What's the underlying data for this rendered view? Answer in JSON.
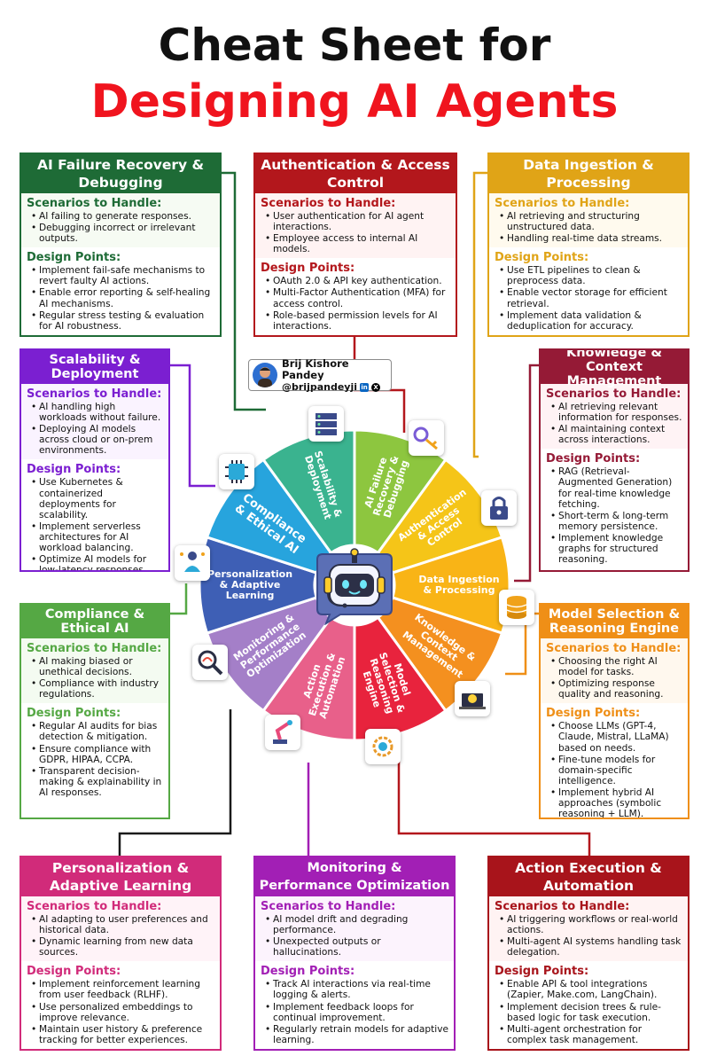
{
  "title": {
    "line1": "Cheat Sheet for",
    "line2": "Designing AI Agents"
  },
  "author": {
    "name": "Brij Kishore Pandey",
    "handle": "@brijpandeyji",
    "linkedin": "in",
    "x": "X"
  },
  "labels": {
    "scenarios": "Scenarios to Handle:",
    "design": "Design Points:"
  },
  "hub_icon": "robot-headset-icon",
  "cards": [
    {
      "id": "failure",
      "title": "AI Failure Recovery & Debugging",
      "color": "#1e6b36",
      "light": "#f6fbf3",
      "scenarios": [
        "AI failing to generate responses.",
        "Debugging incorrect or irrelevant outputs."
      ],
      "design": [
        "Implement fail-safe mechanisms to revert faulty AI actions.",
        "Enable error reporting & self-healing AI mechanisms.",
        "Regular stress testing & evaluation for AI robustness."
      ]
    },
    {
      "id": "auth",
      "title": "Authentication & Access Control",
      "color": "#b3171c",
      "light": "#fff3f3",
      "scenarios": [
        "User authentication for AI agent interactions.",
        "Employee access to internal AI models."
      ],
      "design": [
        "OAuth 2.0 & API key authentication.",
        "Multi-Factor Authentication (MFA) for access control.",
        "Role-based permission levels for AI interactions."
      ]
    },
    {
      "id": "ingestion",
      "title": "Data Ingestion & Processing",
      "color": "#e0a417",
      "light": "#fffaee",
      "scenarios": [
        "AI retrieving and structuring unstructured data.",
        "Handling real-time data streams."
      ],
      "design": [
        " Use ETL pipelines to clean & preprocess data.",
        "Enable vector storage for efficient retrieval.",
        "Implement data validation & deduplication for accuracy."
      ]
    },
    {
      "id": "scalability",
      "title": "Scalability & Deployment",
      "color": "#7b1fd1",
      "light": "#faf3ff",
      "scenarios": [
        "AI handling high workloads without failure.",
        "Deploying AI models across cloud or on-prem environments."
      ],
      "design": [
        "Use Kubernetes & containerized deployments for scalability.",
        "Implement serverless architectures for AI workload balancing.",
        "Optimize AI models for low-latency responses."
      ]
    },
    {
      "id": "knowledge",
      "title": "Knowledge & Context Management",
      "color": "#951a36",
      "light": "#fff3f5",
      "scenarios": [
        "AI retrieving relevant information for responses.",
        "AI maintaining context across interactions."
      ],
      "design": [
        "RAG (Retrieval-Augmented Generation) for real-time knowledge fetching.",
        "Short-term & long-term memory persistence.",
        "Implement knowledge graphs for structured reasoning."
      ]
    },
    {
      "id": "compliance",
      "title": "Compliance & Ethical AI",
      "color": "#55a844",
      "light": "#f4fbf1",
      "scenarios": [
        "AI making biased or unethical decisions.",
        "Compliance with industry regulations."
      ],
      "design": [
        "Regular AI audits for bias detection & mitigation.",
        "Ensure compliance with GDPR, HIPAA, CCPA.",
        "Transparent decision-making & explainability in AI responses."
      ]
    },
    {
      "id": "model",
      "title": "Model Selection & Reasoning Engine",
      "color": "#ef8f17",
      "light": "#fff8ee",
      "scenarios": [
        "Choosing the right AI model for tasks.",
        "Optimizing response quality and reasoning."
      ],
      "design": [
        "Choose LLMs (GPT-4, Claude, Mistral, LLaMA) based on needs.",
        "Fine-tune models for domain-specific intelligence.",
        "Implement hybrid AI approaches (symbolic reasoning + LLM)."
      ]
    },
    {
      "id": "personalization",
      "title": "Personalization & Adaptive Learning",
      "color": "#d12b7a",
      "light": "#fff3f8",
      "scenarios": [
        "AI adapting to user preferences and historical data.",
        "Dynamic learning from new data sources."
      ],
      "design": [
        "Implement reinforcement learning from user feedback (RLHF).",
        "Use personalized embeddings to improve relevance.",
        "Maintain user history & preference tracking for better experiences."
      ]
    },
    {
      "id": "monitoring",
      "title": "Monitoring & Performance Optimization",
      "color": "#a21fb5",
      "light": "#fcf3fd",
      "scenarios": [
        "AI model drift and degrading performance.",
        "Unexpected outputs or hallucinations."
      ],
      "design": [
        "Track AI interactions via real-time logging & alerts.",
        "Implement feedback loops for continual improvement.",
        "Regularly retrain models for adaptive learning."
      ]
    },
    {
      "id": "action",
      "title": "Action Execution & Automation",
      "color": "#a8141b",
      "light": "#fff3f3",
      "scenarios": [
        "AI triggering workflows or real-world actions.",
        "Multi-agent AI systems handling task delegation."
      ],
      "design": [
        "Enable API & tool integrations (Zapier, Make.com, LangChain).",
        "Implement decision trees & rule-based logic for task execution.",
        "Multi-agent orchestration for complex task management."
      ]
    }
  ],
  "wheel": [
    {
      "label": "AI Failure Recovery & Debugging",
      "color": "#8dc63f",
      "icon": "gear-key-icon"
    },
    {
      "label": "Authentication & Access Control",
      "color": "#f5c518",
      "icon": "padlock-icon"
    },
    {
      "label": "Data Ingestion & Processing",
      "color": "#f9b416",
      "icon": "database-icon"
    },
    {
      "label": "Knowledge & Context Management",
      "color": "#f4901f",
      "icon": "laptop-lightbulb-icon"
    },
    {
      "label": "Model Selection & Reasoning Engine",
      "color": "#e8233d",
      "icon": "gear-brain-icon"
    },
    {
      "label": "Action Execution & Automation",
      "color": "#e8608a",
      "icon": "robot-arm-icon"
    },
    {
      "label": "Monitoring & Performance Optimization",
      "color": "#a47fc8",
      "icon": "magnifier-gauge-icon"
    },
    {
      "label": "Personalization & Adaptive Learning",
      "color": "#3e5fb5",
      "icon": "person-network-icon"
    },
    {
      "label": "Compliance & Ethical AI",
      "color": "#27a4dd",
      "icon": "chip-scale-icon"
    },
    {
      "label": "Scalability & Deployment",
      "color": "#3ab38f",
      "icon": "server-stack-icon"
    }
  ]
}
